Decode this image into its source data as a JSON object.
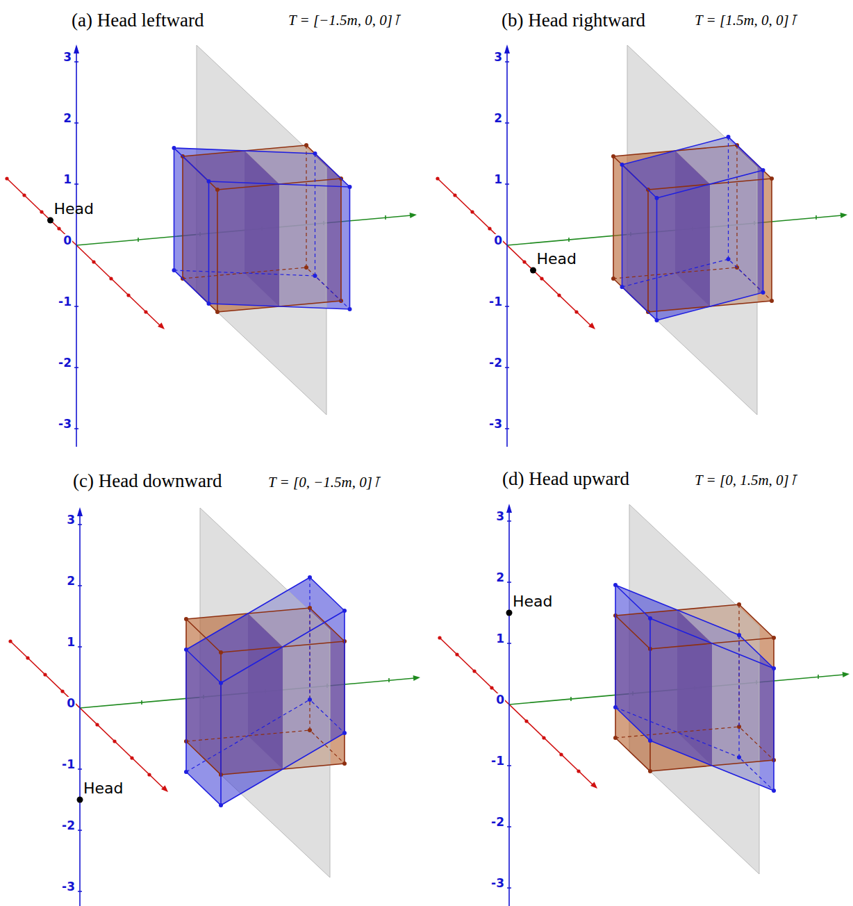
{
  "diagram": {
    "labels": [
      "(a) Head leftward",
      "T = [−1.5m, 0, 0]⊺",
      "3",
      "2",
      "1",
      "0",
      "-1",
      "-2",
      "-3",
      "Head",
      "(b) Head rightward",
      "T = [1.5m, 0, 0]⊺",
      "3",
      "2",
      "1",
      "0",
      "-1",
      "-2",
      "-3",
      "Head",
      "(c) Head downward",
      "T = [0, −1.5m, 0]⊺",
      "3",
      "2",
      "1",
      "0",
      "-1",
      "-2",
      "-3",
      "Head",
      "(d) Head upward",
      "T = [0, 1.5m, 0]⊺",
      "3",
      "2",
      "1",
      "0",
      "-1",
      "-2",
      "-3",
      "Head"
    ]
  }
}
